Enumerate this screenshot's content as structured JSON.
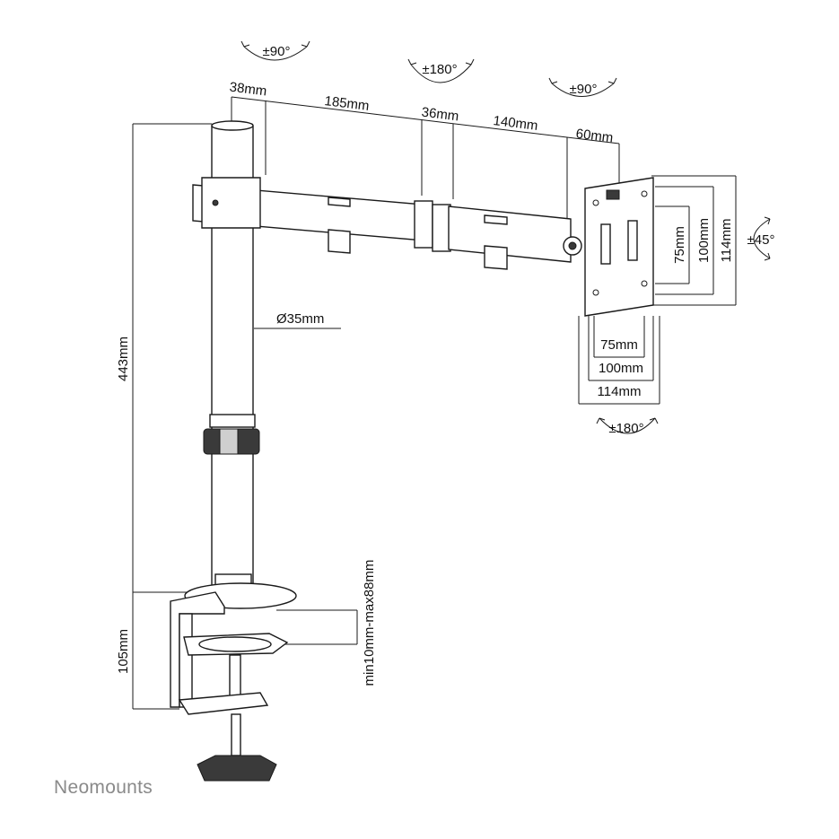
{
  "dimensions": {
    "pole_top": "38mm",
    "arm_1": "185mm",
    "joint": "36mm",
    "arm_2": "140mm",
    "head": "60mm",
    "pole_diameter": "Ø35mm",
    "height": "443mm",
    "clamp_height": "105mm",
    "desk_thickness": "min10mm-max88mm",
    "vesa_v_75": "75mm",
    "vesa_v_100": "100mm",
    "vesa_v_114": "114mm",
    "vesa_h_75": "75mm",
    "vesa_h_100": "100mm",
    "vesa_h_114": "114mm"
  },
  "rotations": {
    "pole_swivel": "±90°",
    "joint_swivel": "±180°",
    "head_swivel": "±90°",
    "tilt": "±45°",
    "rotate": "±180°"
  },
  "brand": "Neomounts",
  "colors": {
    "line": "#1a1a1a",
    "dark_part": "#3a3a3a",
    "brand_text": "#8a8a8a"
  }
}
